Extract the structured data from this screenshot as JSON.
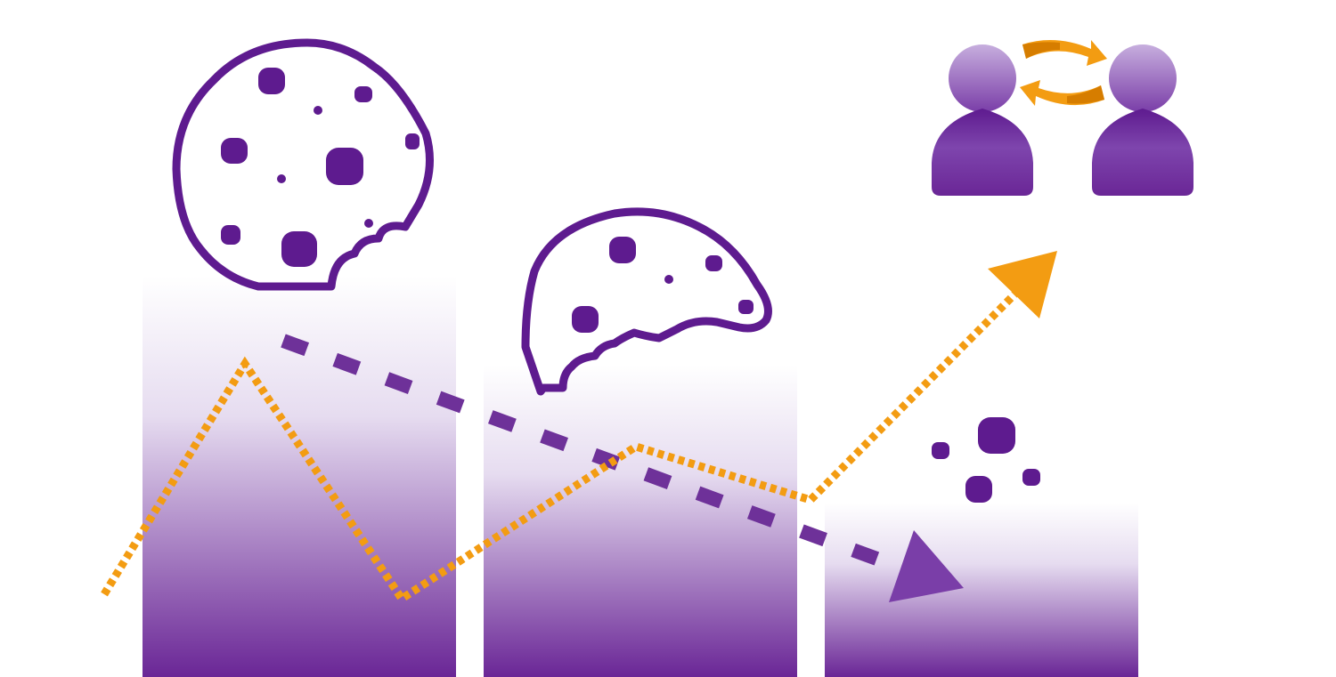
{
  "colors": {
    "purple_dark": "#5e1b8f",
    "purple_mid": "#7a3ea8",
    "purple_light": "#b99ad4",
    "orange": "#f39c12",
    "orange_dark": "#d67d00",
    "background": "#ffffff"
  },
  "icons": [
    "whole-cookie-icon",
    "half-eaten-cookie-icon",
    "cookie-crumbs-icon",
    "people-exchange-icon",
    "exchange-arrows-icon"
  ],
  "bars": [
    {
      "name": "whole-cookie",
      "level": 1.0
    },
    {
      "name": "half-eaten-cookie",
      "level": 0.78
    },
    {
      "name": "cookie-crumbs",
      "level": 0.43
    }
  ]
}
